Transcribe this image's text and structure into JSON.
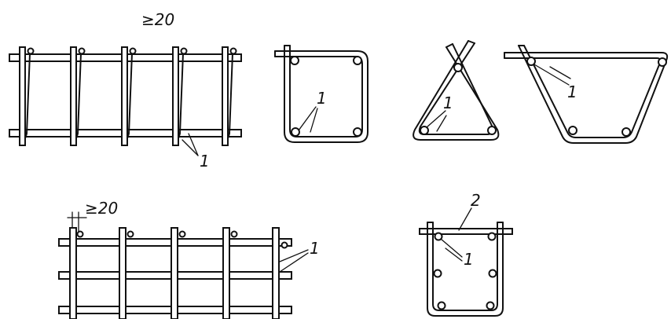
{
  "labels": {
    "spacing_top": "≥20",
    "spacing_bottom": "≥20",
    "marker_1": "1",
    "marker_2": "2"
  },
  "colors": {
    "ink": "#111111",
    "background": "#ffffff"
  }
}
